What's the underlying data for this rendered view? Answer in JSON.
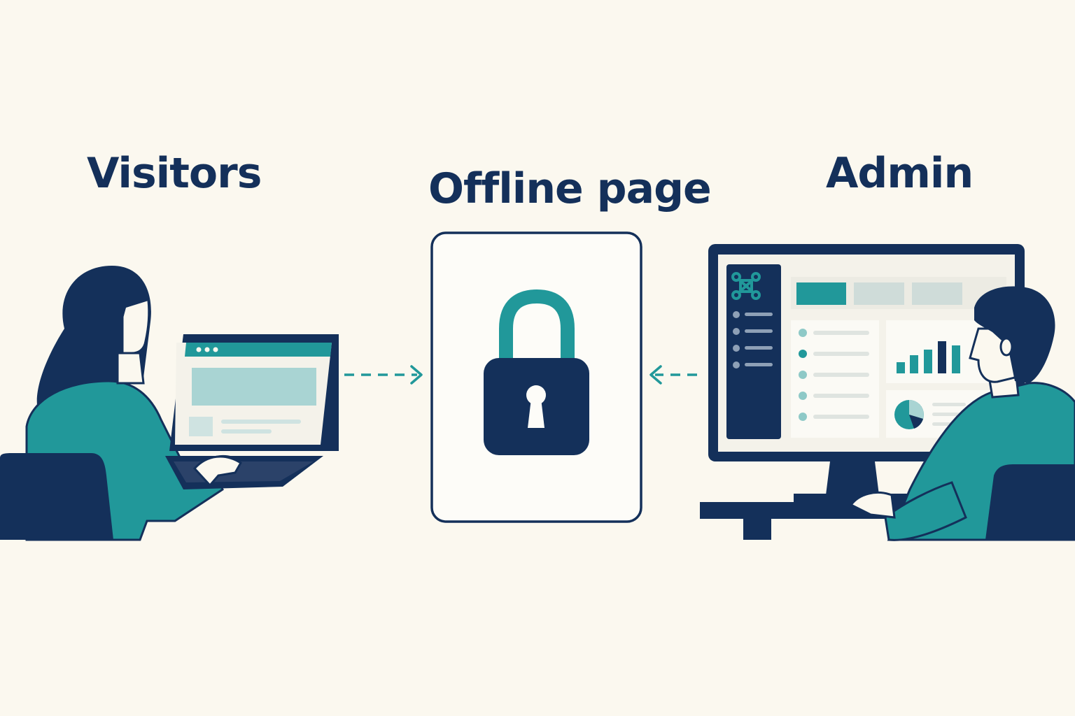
{
  "labels": {
    "visitors": "Visitors",
    "offline_page": "Offline page",
    "admin": "Admin"
  },
  "icons": {
    "lock": "padlock-icon",
    "cms_logo": "cms-logo-icon",
    "arrow_left": "dashed-arrow-right",
    "arrow_right": "dashed-arrow-left"
  },
  "colors": {
    "navy": "#14305a",
    "teal": "#21989a",
    "background": "#fbf8ef",
    "panel": "#fdfcf8"
  }
}
